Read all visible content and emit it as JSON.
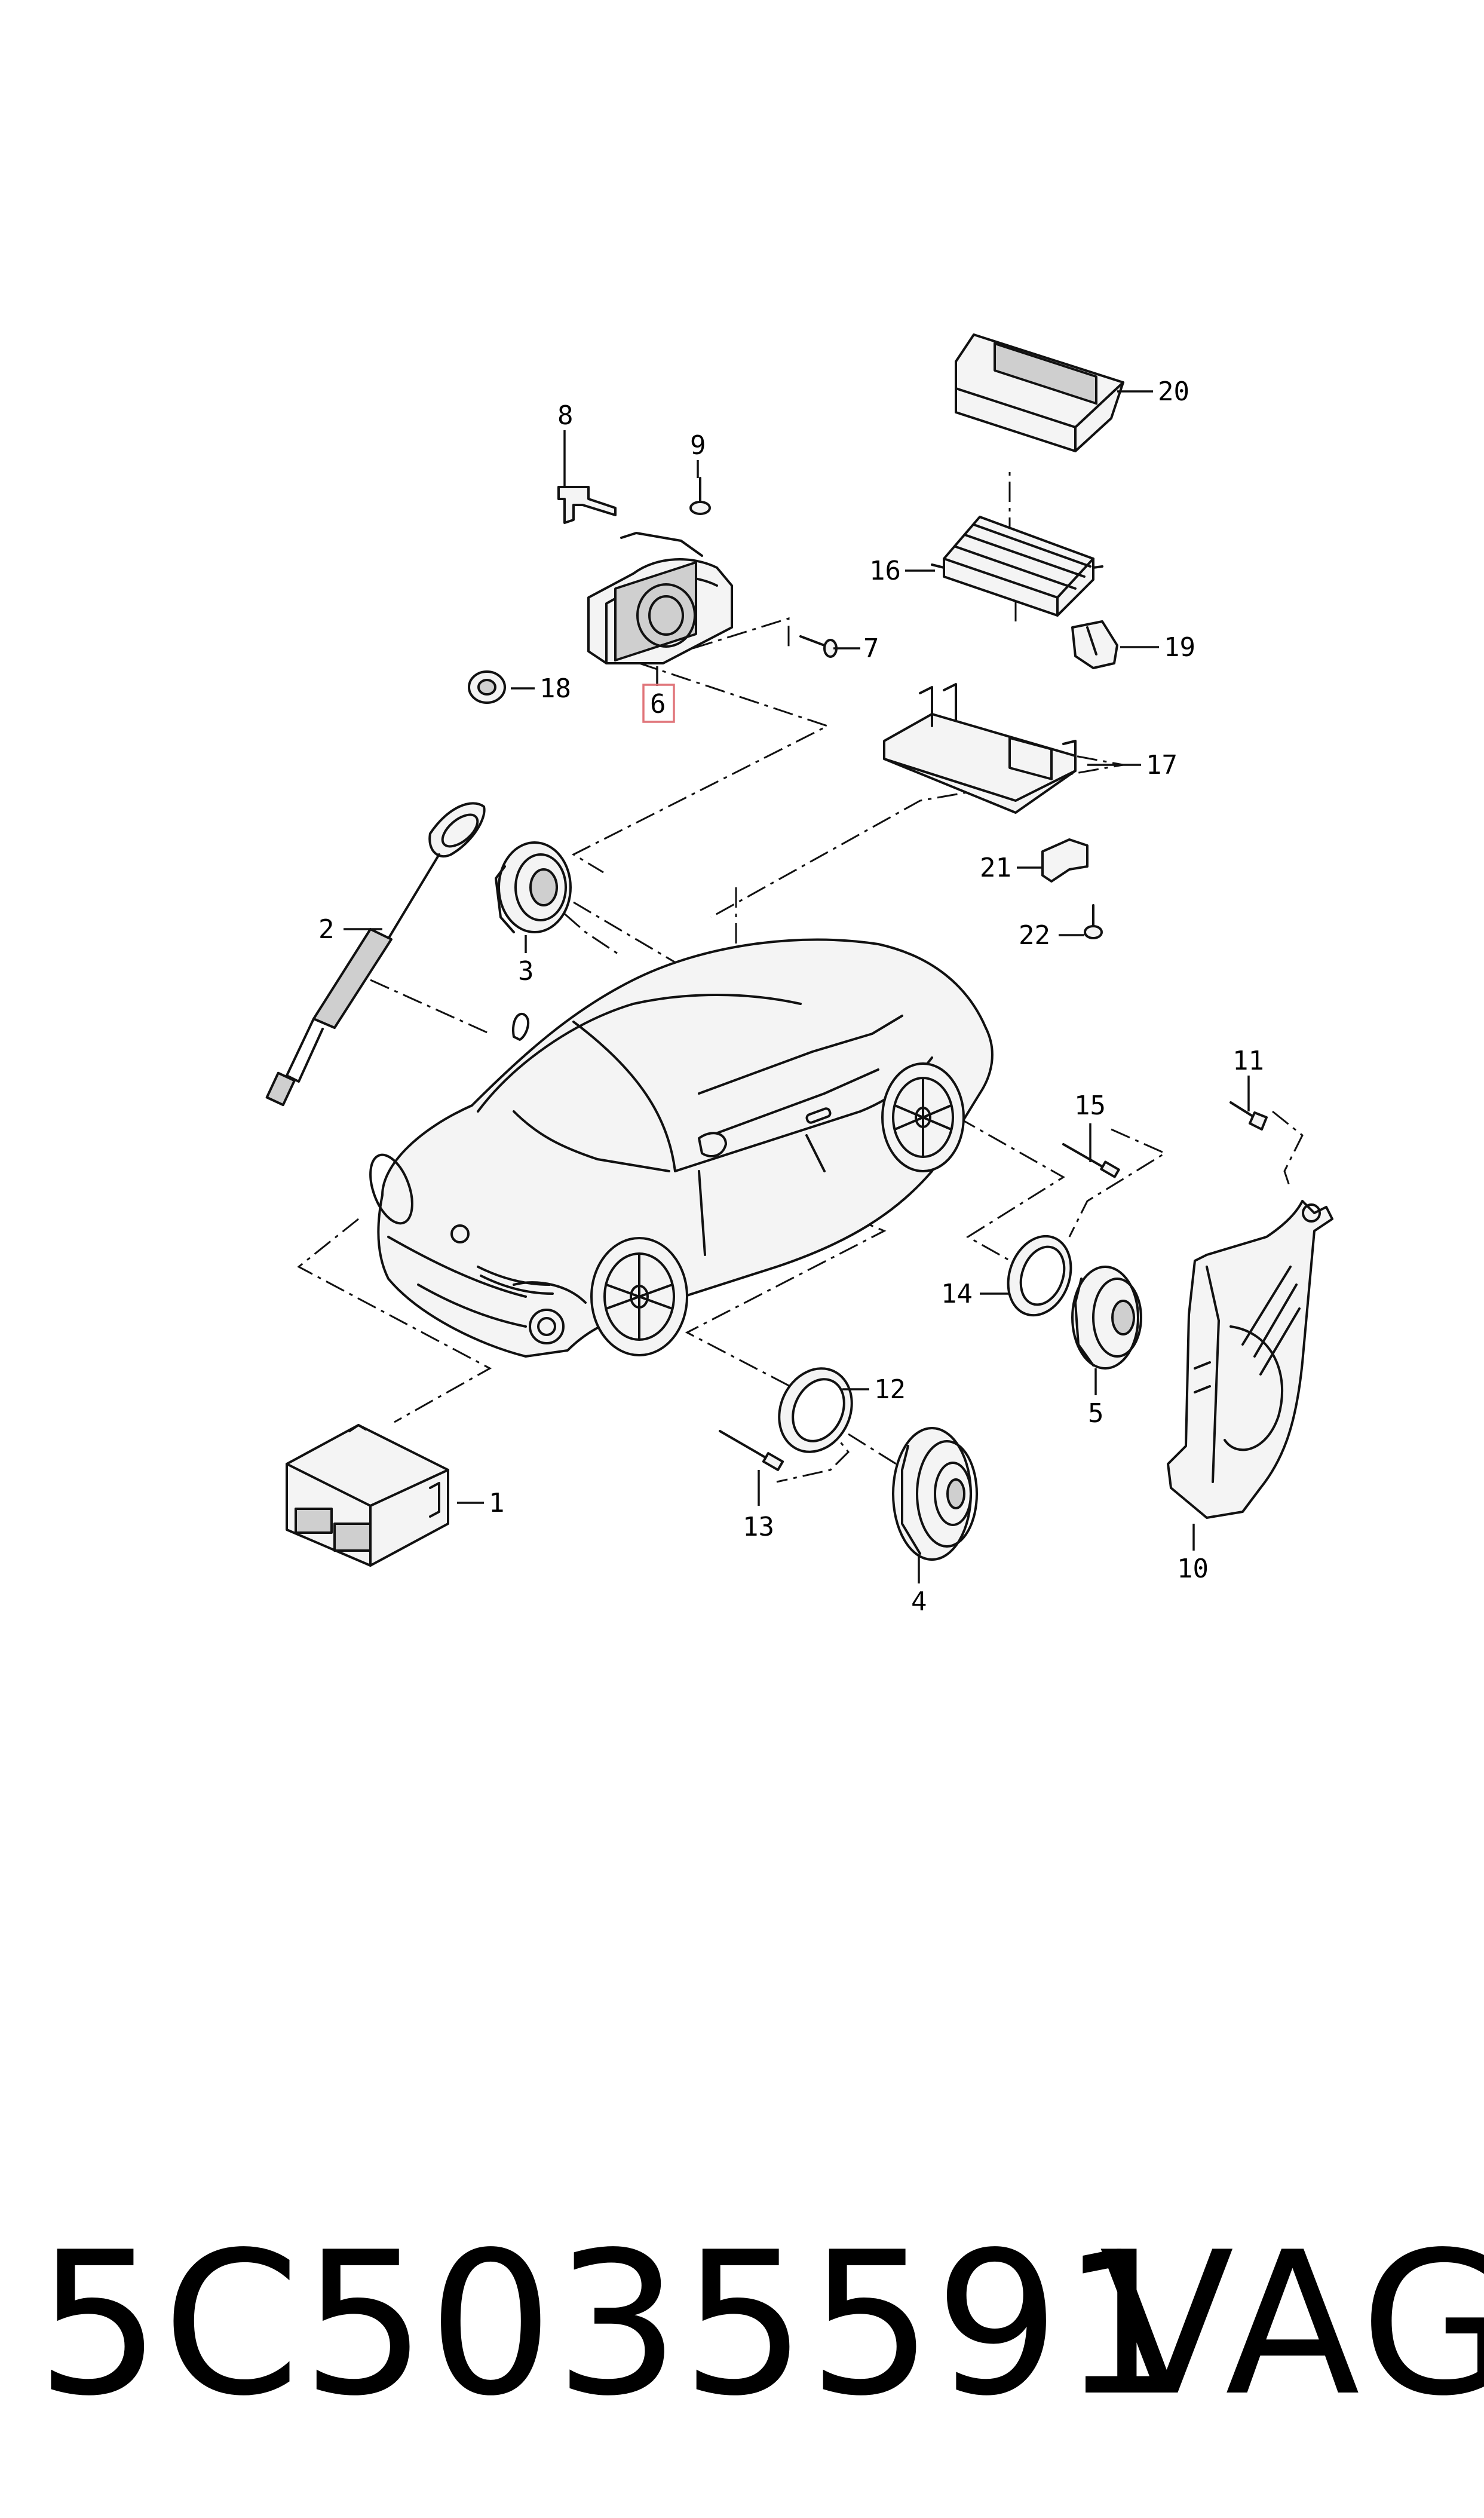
{
  "callouts": {
    "c1": "1",
    "c2": "2",
    "c3": "3",
    "c4": "4",
    "c5": "5",
    "c6": "6",
    "c7": "7",
    "c8": "8",
    "c9": "9",
    "c10": "10",
    "c11": "11",
    "c12": "12",
    "c13": "13",
    "c14": "14",
    "c15": "15",
    "c16": "16",
    "c17": "17",
    "c18": "18",
    "c19": "19",
    "c20": "20",
    "c21": "21",
    "c22": "22"
  },
  "highlight": {
    "callout": "6",
    "color": "#e0757a"
  },
  "footer": {
    "part_number": "5C5035591",
    "brand": "VAG"
  }
}
